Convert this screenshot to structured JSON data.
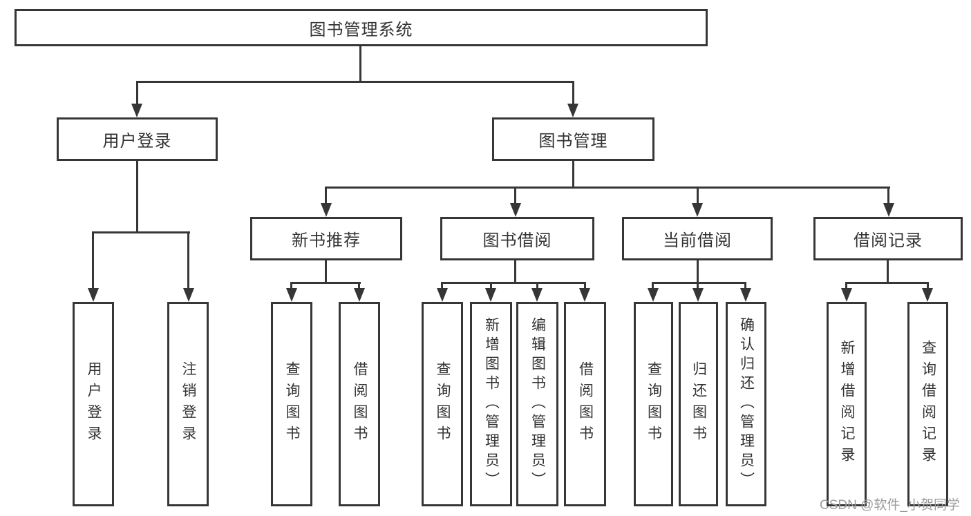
{
  "diagram": {
    "root": {
      "label": "图书管理系统"
    },
    "children": [
      {
        "label": "用户登录",
        "children": [
          {
            "label": "用户登录"
          },
          {
            "label": "注销登录"
          }
        ]
      },
      {
        "label": "图书管理",
        "children": [
          {
            "label": "新书推荐",
            "children": [
              {
                "label": "查询图书"
              },
              {
                "label": "借阅图书"
              }
            ]
          },
          {
            "label": "图书借阅",
            "children": [
              {
                "label": "查询图书"
              },
              {
                "label": "新增图书（管理员）"
              },
              {
                "label": "编辑图书（管理员）"
              },
              {
                "label": "借阅图书"
              }
            ]
          },
          {
            "label": "当前借阅",
            "children": [
              {
                "label": "查询图书"
              },
              {
                "label": "归还图书"
              },
              {
                "label": "确认归还（管理员）"
              }
            ]
          },
          {
            "label": "借阅记录",
            "children": [
              {
                "label": "新增借阅记录"
              },
              {
                "label": "查询借阅记录"
              }
            ]
          }
        ]
      }
    ]
  },
  "watermark": {
    "text": "CSDN @软件_小贺同学"
  },
  "colors": {
    "line": "#363636",
    "text": "#333333",
    "watermark": "#9c9c9c",
    "background": "#ffffff"
  }
}
